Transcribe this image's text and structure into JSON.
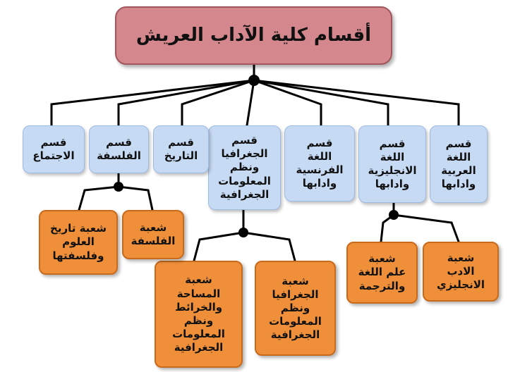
{
  "title": "أقسام كلية الآداب العريش",
  "departments": [
    {
      "label": "قسم\nاللغة\nالعربية\nوادابها"
    },
    {
      "label": "قسم\nاللغة\nالانجليزية\nوادابها"
    },
    {
      "label": "قسم\nاللغة\nالفرنسية\nوادابها"
    },
    {
      "label": "قسم\nالجغرافيا\nونظم\nالمعلومات\nالجغرافية"
    },
    {
      "label": "قسم\nالتاريخ"
    },
    {
      "label": "قسم\nالفلسفة"
    },
    {
      "label": "قسم\nالاجتماع"
    }
  ],
  "branches": [
    {
      "label": "شعبة\nالادب\nالانجليزي"
    },
    {
      "label": "شعبة\nعلم اللغة\nوالترجمة"
    },
    {
      "label": "شعبة\nالجغرافيا\nونظم\nالمعلومات\nالجغرافية"
    },
    {
      "label": "شعبة\nالمساحة\nوالخرائط\nونظم\nالمعلومات\nالجغرافية"
    },
    {
      "label": "شعبة\nالفلسفة"
    },
    {
      "label": "شعبة تاريخ\nالعلوم\nوفلسفتها"
    }
  ],
  "colors": {
    "title_fill": "#d4878c",
    "department_fill": "#c7daf4",
    "branch_fill": "#f08f3a",
    "connector": "#000000"
  }
}
